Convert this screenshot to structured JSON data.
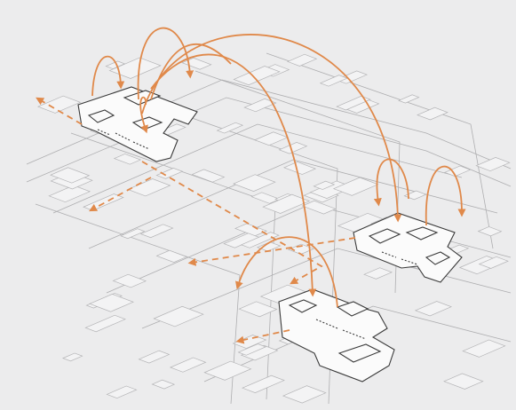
{
  "image": {
    "background_color": "#ececed",
    "line_color": "#aeaeb0",
    "building_edge_color": "#3a3a3a",
    "building_fill_color": "#fbfbfb",
    "arrow_color": "#e0894a"
  },
  "diagram": {
    "building_count": 3,
    "arc_arrow_count": 9,
    "dashed_arrow_count": 5
  }
}
